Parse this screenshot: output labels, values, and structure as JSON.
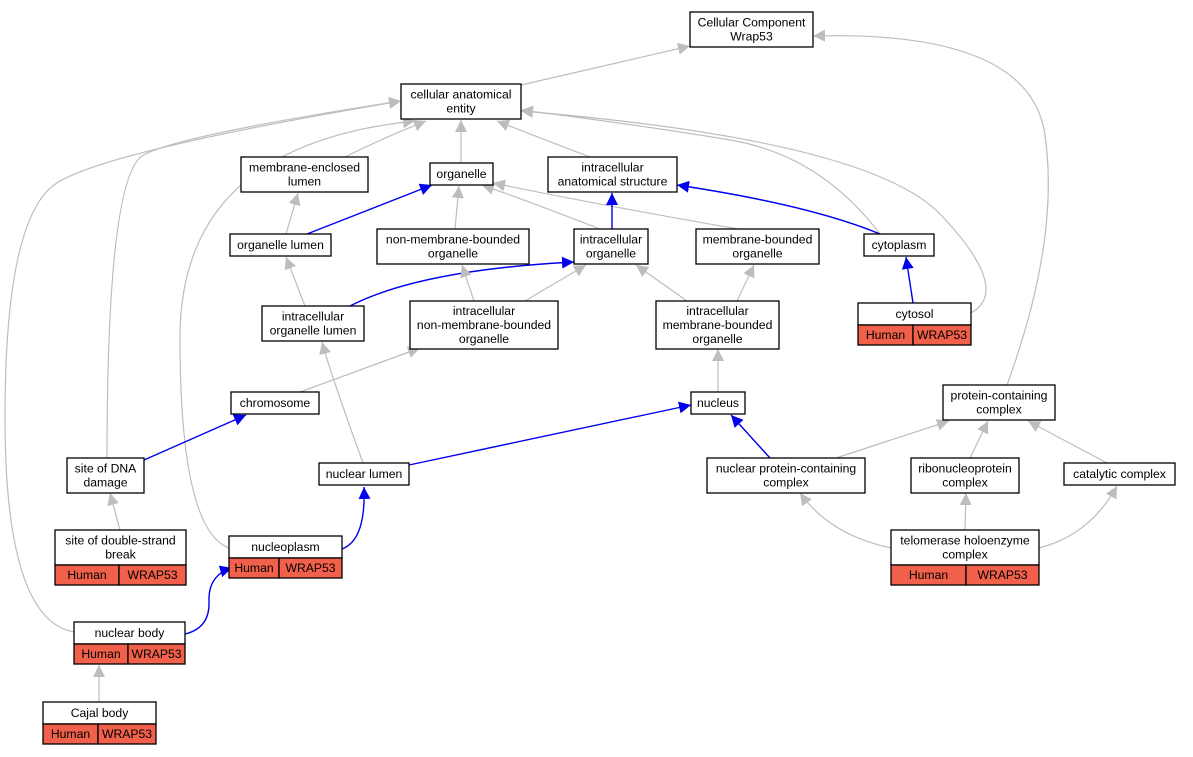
{
  "colors": {
    "is_a_edge": "#bdbdbd",
    "part_of_edge": "#0000ee",
    "node_border": "#000000",
    "node_fill": "#ffffff",
    "annotation_fill": "#f0604a"
  },
  "nodes": {
    "root": {
      "lines": [
        "Cellular Component",
        "Wrap53"
      ]
    },
    "cae": {
      "lines": [
        "cellular anatomical",
        "entity"
      ]
    },
    "mel": {
      "lines": [
        "membrane-enclosed",
        "lumen"
      ]
    },
    "org": {
      "lines": [
        "organelle"
      ]
    },
    "ias": {
      "lines": [
        "intracellular",
        "anatomical structure"
      ]
    },
    "orl": {
      "lines": [
        "organelle lumen"
      ]
    },
    "nmbo": {
      "lines": [
        "non-membrane-bounded",
        "organelle"
      ]
    },
    "io": {
      "lines": [
        "intracellular",
        "organelle"
      ]
    },
    "mbo": {
      "lines": [
        "membrane-bounded",
        "organelle"
      ]
    },
    "cyt": {
      "lines": [
        "cytoplasm"
      ]
    },
    "iol": {
      "lines": [
        "intracellular",
        "organelle lumen"
      ]
    },
    "inmbo": {
      "lines": [
        "intracellular",
        "non-membrane-bounded",
        "organelle"
      ]
    },
    "imbo": {
      "lines": [
        "intracellular",
        "membrane-bounded",
        "organelle"
      ]
    },
    "cytosol": {
      "lines": [
        "cytosol"
      ],
      "species": "Human",
      "gene": "WRAP53"
    },
    "chrom": {
      "lines": [
        "chromosome"
      ]
    },
    "nucleus": {
      "lines": [
        "nucleus"
      ]
    },
    "pcc": {
      "lines": [
        "protein-containing",
        "complex"
      ]
    },
    "sdna": {
      "lines": [
        "site of DNA",
        "damage"
      ]
    },
    "nl": {
      "lines": [
        "nuclear lumen"
      ]
    },
    "npcc": {
      "lines": [
        "nuclear protein-containing",
        "complex"
      ]
    },
    "rnp": {
      "lines": [
        "ribonucleoprotein",
        "complex"
      ]
    },
    "cc": {
      "lines": [
        "catalytic complex"
      ]
    },
    "sdsb": {
      "lines": [
        "site of double-strand",
        "break"
      ],
      "species": "Human",
      "gene": "WRAP53"
    },
    "np": {
      "lines": [
        "nucleoplasm"
      ],
      "species": "Human",
      "gene": "WRAP53"
    },
    "the": {
      "lines": [
        "telomerase holoenzyme",
        "complex"
      ],
      "species": "Human",
      "gene": "WRAP53"
    },
    "nb": {
      "lines": [
        "nuclear body"
      ],
      "species": "Human",
      "gene": "WRAP53"
    },
    "cajal": {
      "lines": [
        "Cajal body"
      ],
      "species": "Human",
      "gene": "WRAP53"
    }
  },
  "edges": [
    {
      "from": "cae",
      "to": "root",
      "type": "is_a"
    },
    {
      "from": "pcc",
      "to": "root",
      "type": "is_a"
    },
    {
      "from": "mel",
      "to": "cae",
      "type": "is_a"
    },
    {
      "from": "org",
      "to": "cae",
      "type": "is_a"
    },
    {
      "from": "ias",
      "to": "cae",
      "type": "is_a"
    },
    {
      "from": "cyt",
      "to": "cae",
      "type": "is_a"
    },
    {
      "from": "cytosol",
      "to": "cae",
      "type": "is_a"
    },
    {
      "from": "sdna",
      "to": "cae",
      "type": "is_a"
    },
    {
      "from": "nb",
      "to": "cae",
      "type": "is_a"
    },
    {
      "from": "np",
      "to": "cae",
      "type": "is_a"
    },
    {
      "from": "orl",
      "to": "mel",
      "type": "is_a"
    },
    {
      "from": "orl",
      "to": "org",
      "type": "part_of"
    },
    {
      "from": "nmbo",
      "to": "org",
      "type": "is_a"
    },
    {
      "from": "io",
      "to": "org",
      "type": "is_a"
    },
    {
      "from": "mbo",
      "to": "org",
      "type": "is_a"
    },
    {
      "from": "io",
      "to": "ias",
      "type": "part_of"
    },
    {
      "from": "cyt",
      "to": "ias",
      "type": "part_of"
    },
    {
      "from": "iol",
      "to": "orl",
      "type": "is_a"
    },
    {
      "from": "iol",
      "to": "io",
      "type": "part_of"
    },
    {
      "from": "inmbo",
      "to": "nmbo",
      "type": "is_a"
    },
    {
      "from": "inmbo",
      "to": "io",
      "type": "is_a"
    },
    {
      "from": "imbo",
      "to": "io",
      "type": "is_a"
    },
    {
      "from": "imbo",
      "to": "mbo",
      "type": "is_a"
    },
    {
      "from": "cytosol",
      "to": "cyt",
      "type": "part_of"
    },
    {
      "from": "chrom",
      "to": "inmbo",
      "type": "is_a"
    },
    {
      "from": "nucleus",
      "to": "imbo",
      "type": "is_a"
    },
    {
      "from": "sdna",
      "to": "chrom",
      "type": "part_of"
    },
    {
      "from": "nl",
      "to": "iol",
      "type": "is_a"
    },
    {
      "from": "nl",
      "to": "nucleus",
      "type": "part_of"
    },
    {
      "from": "npcc",
      "to": "nucleus",
      "type": "part_of"
    },
    {
      "from": "npcc",
      "to": "pcc",
      "type": "is_a"
    },
    {
      "from": "rnp",
      "to": "pcc",
      "type": "is_a"
    },
    {
      "from": "cc",
      "to": "pcc",
      "type": "is_a"
    },
    {
      "from": "sdsb",
      "to": "sdna",
      "type": "is_a"
    },
    {
      "from": "np",
      "to": "nl",
      "type": "part_of"
    },
    {
      "from": "the",
      "to": "npcc",
      "type": "is_a"
    },
    {
      "from": "the",
      "to": "rnp",
      "type": "is_a"
    },
    {
      "from": "the",
      "to": "cc",
      "type": "is_a"
    },
    {
      "from": "nb",
      "to": "np",
      "type": "part_of"
    },
    {
      "from": "cajal",
      "to": "nb",
      "type": "is_a"
    }
  ]
}
